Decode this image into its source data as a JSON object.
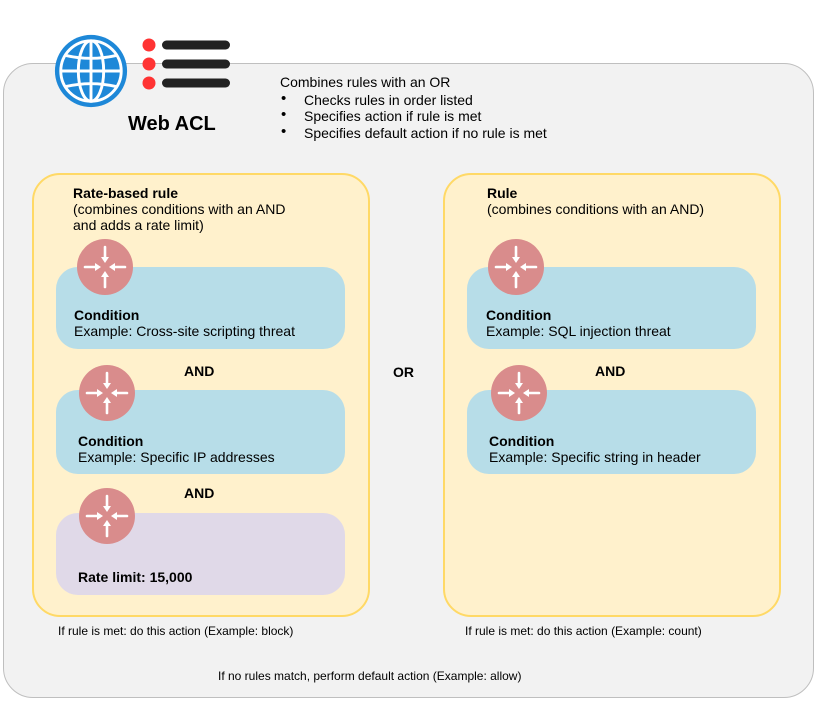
{
  "header": {
    "title": "Web ACL",
    "summary_line": "Combines rules with an OR",
    "bullets": [
      "Checks rules in order listed",
      "Specifies action if rule is met",
      "Specifies default action if no rule is met"
    ]
  },
  "left_rule": {
    "title": "Rate-based rule",
    "description_1": "(combines conditions with an AND",
    "description_2": "and adds a rate limit)",
    "condition_1": {
      "label": "Condition",
      "example": "Example: Cross-site scripting threat"
    },
    "and_1": "AND",
    "condition_2": {
      "label": "Condition",
      "example": "Example: Specific IP  addresses"
    },
    "and_2": "AND",
    "rate_limit": "Rate limit: 15,000",
    "action_note": "If rule is met: do this action (Example: block)"
  },
  "or_label": "OR",
  "right_rule": {
    "title": "Rule",
    "description_1": "(combines conditions with an AND)",
    "condition_1": {
      "label": "Condition",
      "example": "Example: SQL injection threat"
    },
    "and_1": "AND",
    "condition_2": {
      "label": "Condition",
      "example": "Example: Specific string in header"
    },
    "action_note": "If rule is met: do this action (Example: count)"
  },
  "footer_note": "If no rules match, perform default action (Example:  allow)",
  "icons": {
    "web": "globe-icon",
    "rules": "rule-list-icon",
    "condition": "condition-arrows-icon"
  },
  "colors": {
    "globe": "#1e88d8",
    "list_dot": "#ff3333",
    "rule_fill": "#fff1cc",
    "rule_border": "#ffd966",
    "condition_fill": "#b7dde8",
    "rate_fill": "#e0d9e8",
    "condition_icon": "#d98c8c"
  }
}
